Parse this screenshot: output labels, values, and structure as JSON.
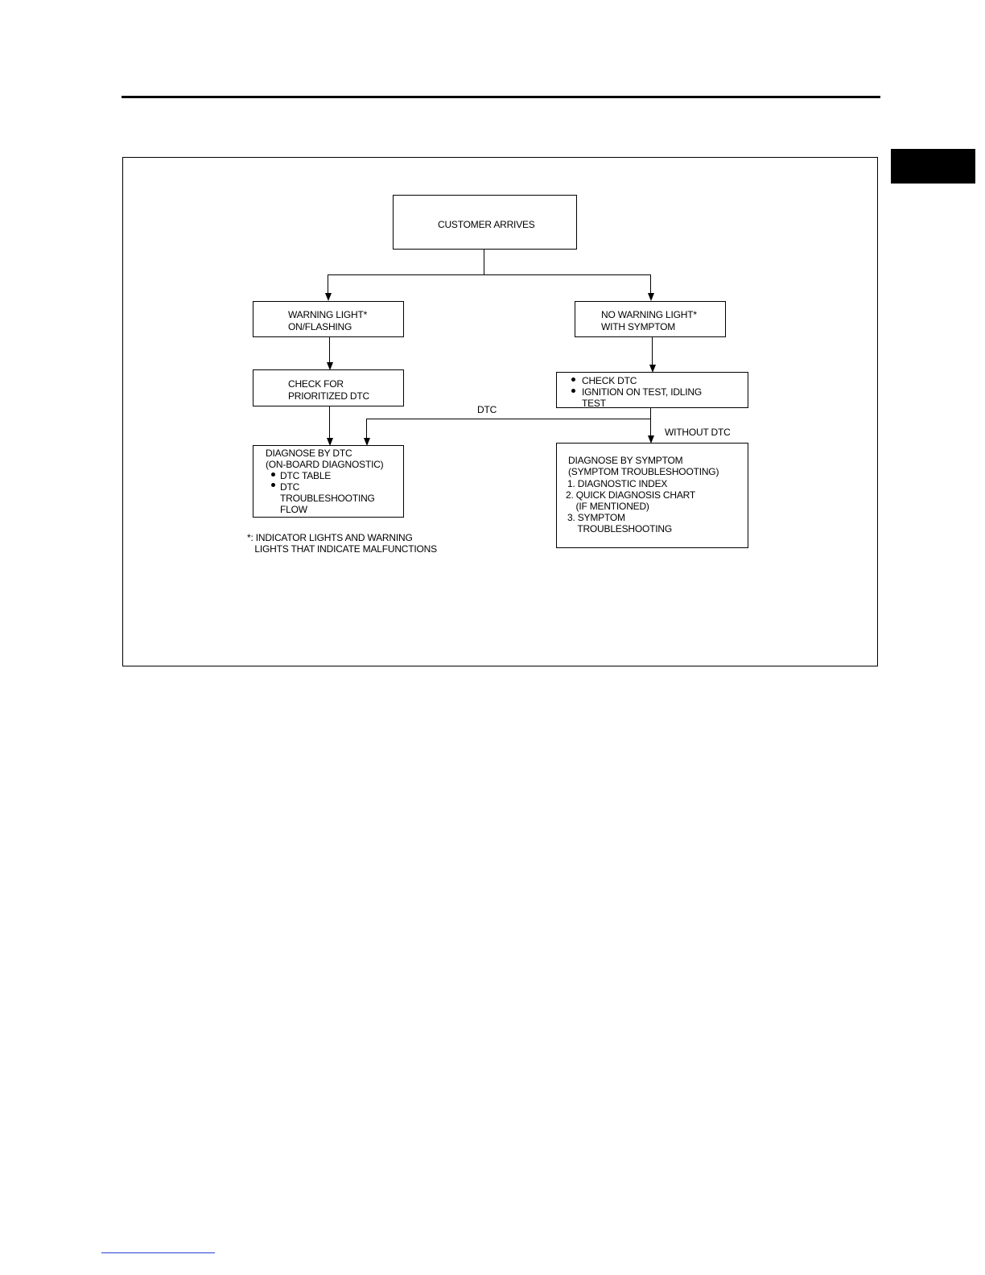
{
  "diagram": {
    "start": "CUSTOMER ARRIVES",
    "left_branch": {
      "warning": [
        "WARNING LIGHT*",
        "ON/FLASHING"
      ],
      "check": [
        "CHECK FOR",
        "PRIORITIZED DTC"
      ],
      "diagnose": {
        "title": [
          "DIAGNOSE BY DTC",
          "(ON-BOARD DIAGNOSTIC)"
        ],
        "bullets": [
          "DTC TABLE",
          "DTC\nTROUBLESHOOTING\nFLOW"
        ]
      }
    },
    "right_branch": {
      "warning": [
        "NO WARNING LIGHT*",
        "WITH SYMPTOM"
      ],
      "check_bullets": [
        "CHECK DTC",
        "IGNITION ON TEST, IDLING\nTEST"
      ],
      "diagnose": {
        "title": [
          "DIAGNOSE BY SYMPTOM",
          "(SYMPTOM TROUBLESHOOTING)"
        ],
        "items": [
          "1. DIAGNOSTIC INDEX",
          "2. QUICK DIAGNOSIS CHART\n    (IF MENTIONED)",
          "3. SYMPTOM\n    TROUBLESHOOTING"
        ]
      }
    },
    "labels": {
      "dtc": "DTC",
      "without_dtc": "WITHOUT DTC"
    },
    "footnote": "*: INDICATOR LIGHTS AND WARNING\n   LIGHTS THAT INDICATE MALFUNCTIONS"
  }
}
